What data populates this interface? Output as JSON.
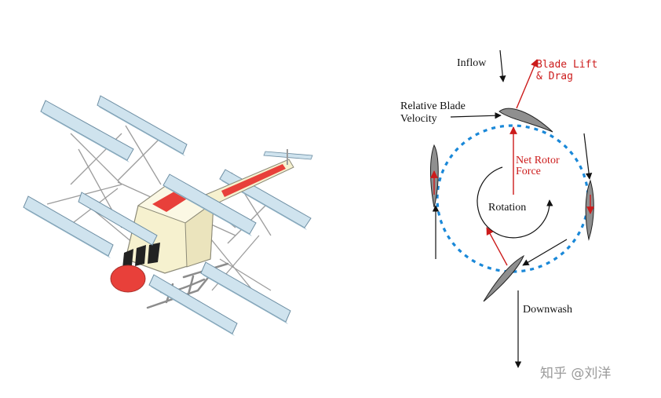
{
  "labels": {
    "inflow": "Inflow",
    "blade_lift_line1": "Blade Lift",
    "blade_lift_line2": "& Drag",
    "relative_velocity_line1": "Relative  Blade",
    "relative_velocity_line2": "Velocity",
    "net_rotor_line1": "Net Rotor",
    "net_rotor_line2": "Force",
    "rotation": "Rotation",
    "downwash": "Downwash"
  },
  "watermark": "知乎 @刘洋",
  "colors": {
    "arrow_red": "#cc1b1b",
    "orbit_blue": "#1a88d8",
    "blade_gray": "#8f8f8f",
    "panel_fill": "#cfe3ee",
    "body_cream": "#f6f1cf",
    "accent_red": "#e8403a"
  }
}
